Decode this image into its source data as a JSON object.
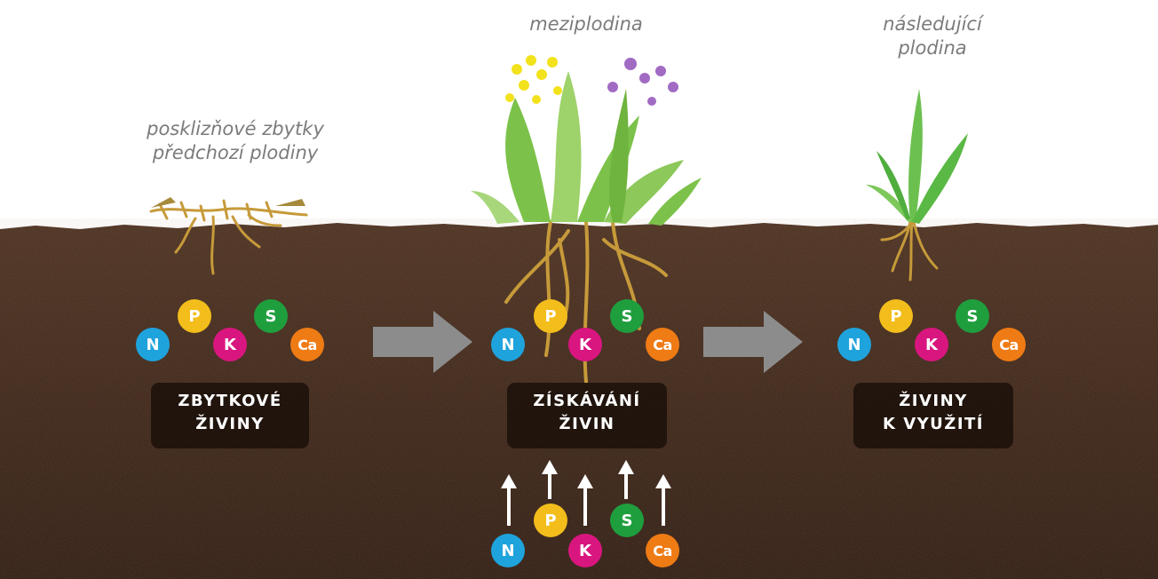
{
  "captions": {
    "left": [
      "posklizňové zbytky",
      "předchozí plodiny"
    ],
    "center": [
      "meziplodina"
    ],
    "right": [
      "následující",
      "plodina"
    ]
  },
  "stages": [
    {
      "label_lines": [
        "ZBYTKOVÉ",
        "ŽIVINY"
      ]
    },
    {
      "label_lines": [
        "ZÍSKÁVÁNÍ",
        "ŽIVIN"
      ]
    },
    {
      "label_lines": [
        "ŽIVINY",
        "K VYUŽITÍ"
      ]
    }
  ],
  "nutrients": [
    {
      "symbol": "N",
      "color": "#1fa3dc"
    },
    {
      "symbol": "P",
      "color": "#f3bd1b"
    },
    {
      "symbol": "K",
      "color": "#d9167f"
    },
    {
      "symbol": "S",
      "color": "#1f9e3e"
    },
    {
      "symbol": "Ca",
      "color": "#ef7b14"
    }
  ],
  "colors": {
    "soil": "#3b2417",
    "flow_arrow": "#8c8c8c",
    "uptake_arrow": "#ffffff",
    "root": "#c69a3a",
    "plant_green": "#7cc24a",
    "flower_yellow": "#f2e21c",
    "flower_purple": "#a16bc4"
  }
}
